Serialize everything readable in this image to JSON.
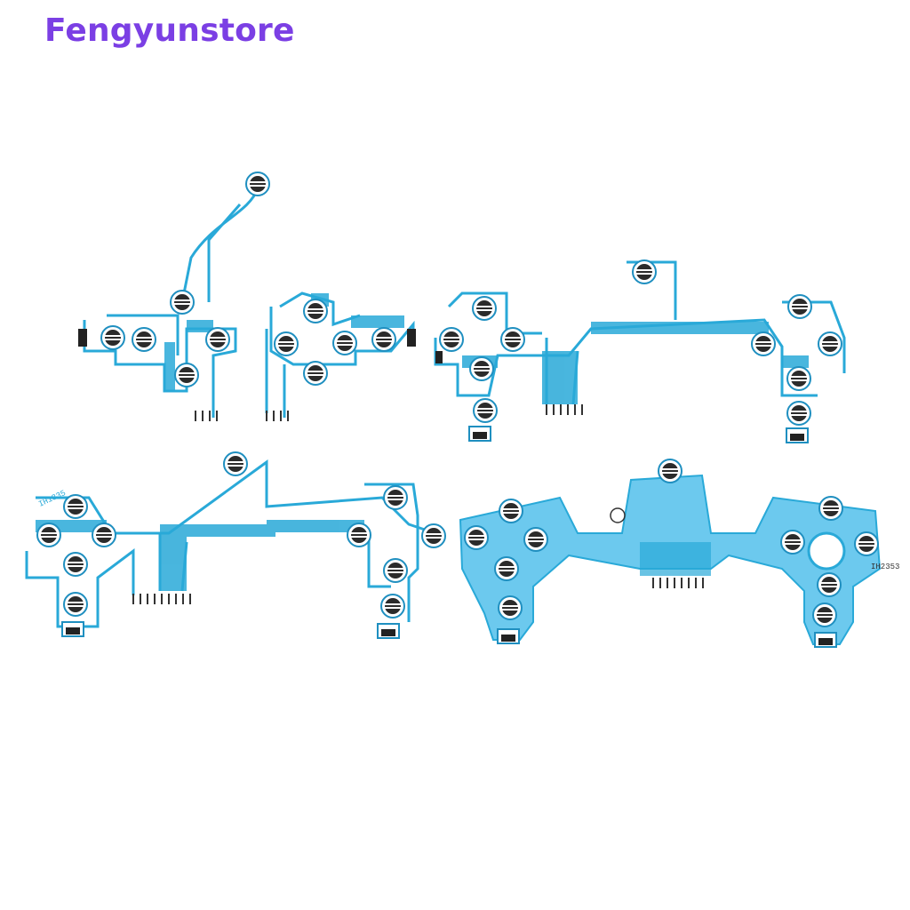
{
  "brand": {
    "name": "Fengyunstore",
    "color": "#7b3fe4"
  },
  "product": {
    "ribbon_color": "#29a9d8",
    "ribbon_light": "#6cc9ee",
    "item_count": 4,
    "printed_codes": [
      "IH1335",
      "IH2353"
    ]
  }
}
